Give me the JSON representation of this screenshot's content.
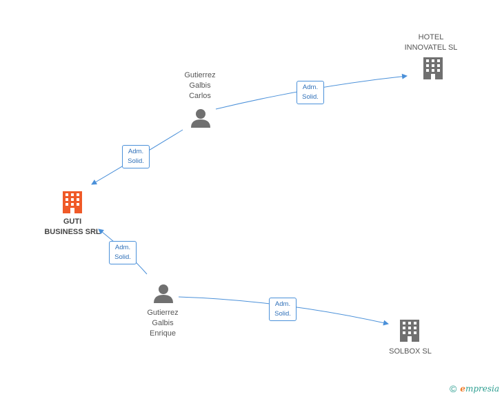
{
  "colors": {
    "edge": "#4a90d9",
    "person_icon": "#707070",
    "company_icon": "#707070",
    "main_company_icon": "#f05a28"
  },
  "nodes": {
    "hotel": {
      "label": "HOTEL\nINNOVATEL SL",
      "icon": "building-icon"
    },
    "guti": {
      "label": "GUTI\nBUSINESS SRL",
      "icon": "building-icon"
    },
    "solbox": {
      "label": "SOLBOX  SL",
      "icon": "building-icon"
    },
    "carlos": {
      "label": "Gutierrez\nGalbis\nCarlos",
      "icon": "person-icon"
    },
    "enrique": {
      "label": "Gutierrez\nGalbis\nEnrique",
      "icon": "person-icon"
    }
  },
  "edges": [
    {
      "from": "carlos",
      "to": "hotel",
      "label": "Adm.\nSolid."
    },
    {
      "from": "carlos",
      "to": "guti",
      "label": "Adm.\nSolid."
    },
    {
      "from": "enrique",
      "to": "guti",
      "label": "Adm.\nSolid."
    },
    {
      "from": "enrique",
      "to": "solbox",
      "label": "Adm.\nSolid."
    }
  ],
  "footer": {
    "copyright_symbol": "©",
    "brand_initial": "e",
    "brand_rest": "mpresia"
  }
}
